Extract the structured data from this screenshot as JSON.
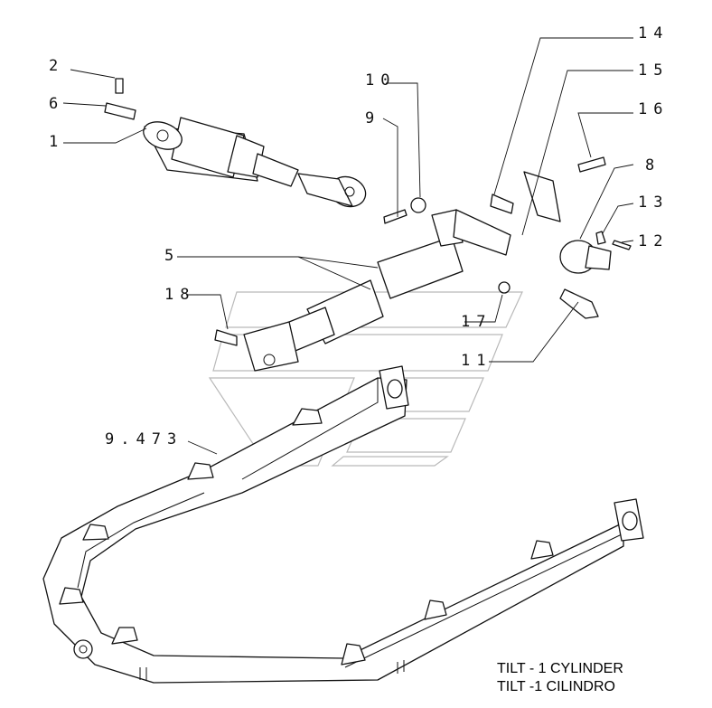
{
  "callouts": [
    {
      "id": "2",
      "text": "2"
    },
    {
      "id": "6",
      "text": "6"
    },
    {
      "id": "1",
      "text": "1"
    },
    {
      "id": "10",
      "text": "10"
    },
    {
      "id": "9",
      "text": "9"
    },
    {
      "id": "14",
      "text": "14"
    },
    {
      "id": "15",
      "text": "15"
    },
    {
      "id": "16",
      "text": "16"
    },
    {
      "id": "8",
      "text": "8"
    },
    {
      "id": "13",
      "text": "13"
    },
    {
      "id": "12",
      "text": "12"
    },
    {
      "id": "5",
      "text": "5"
    },
    {
      "id": "18",
      "text": "18"
    },
    {
      "id": "17",
      "text": "17"
    },
    {
      "id": "11",
      "text": "11"
    },
    {
      "id": "9473",
      "text": "9.473"
    }
  ],
  "caption": {
    "line1": "TILT - 1 CYLINDER",
    "line2": "TILT -1 CILINDRO"
  }
}
